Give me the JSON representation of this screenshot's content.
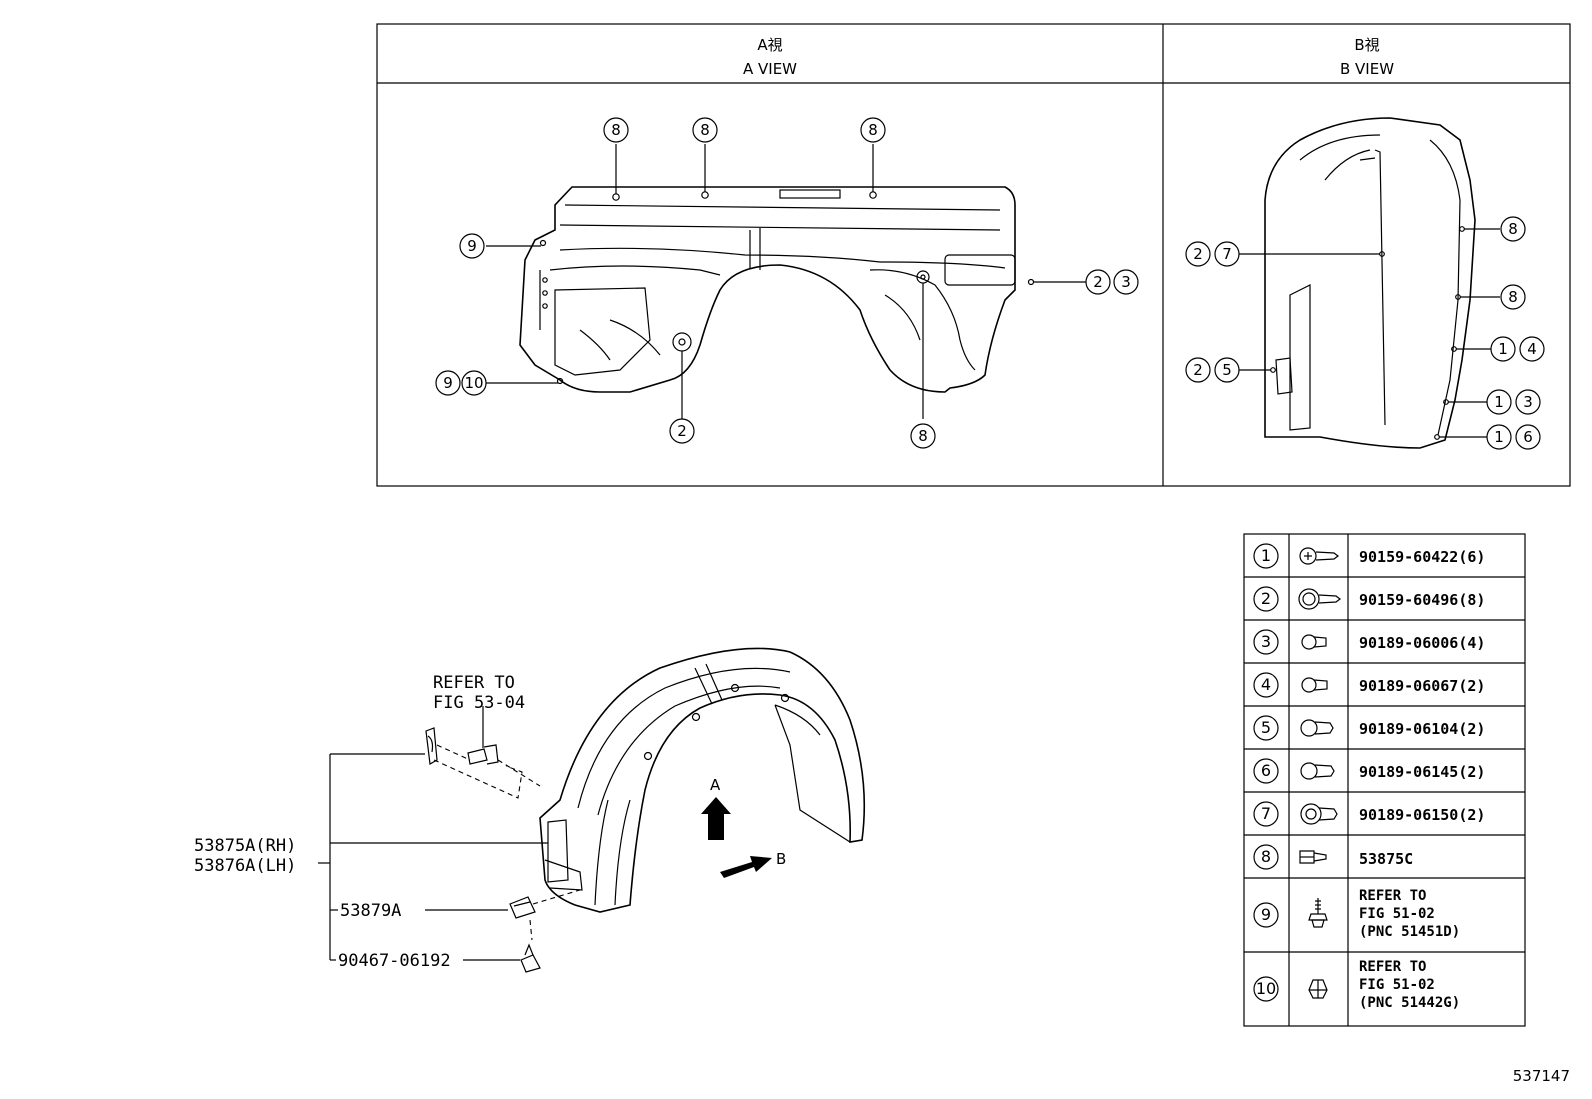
{
  "views": {
    "a": {
      "title_jp": "A視",
      "title_en": "A VIEW"
    },
    "b": {
      "title_jp": "B視",
      "title_en": "B VIEW"
    }
  },
  "callouts": {
    "a_top_left": "8",
    "a_top_mid": "8",
    "a_top_right": "8",
    "a_left_upper": "9",
    "a_left_lower": [
      "9",
      "10"
    ],
    "a_right": [
      "2",
      "3"
    ],
    "a_bottom_center": "2",
    "a_bottom_right": "8",
    "b_left_upper": [
      "2",
      "7"
    ],
    "b_left_lower": [
      "2",
      "5"
    ],
    "b_right_1": "8",
    "b_right_2": "8",
    "b_right_3": [
      "1",
      "4"
    ],
    "b_right_4": [
      "1",
      "3"
    ],
    "b_right_5": [
      "1",
      "6"
    ]
  },
  "main": {
    "refer_line1": "REFER TO",
    "refer_line2": "FIG 53-04",
    "part_rh": "53875A(RH)",
    "part_lh": "53876A(LH)",
    "part_clip": "53879A",
    "part_fastener": "90467-06192",
    "arrow_a": "A",
    "arrow_b": "B"
  },
  "fastener_table": [
    {
      "num": "1",
      "part": "90159-60422(6)",
      "icon": "screw-icon"
    },
    {
      "num": "2",
      "part": "90159-60496(8)",
      "icon": "screw-washer-icon"
    },
    {
      "num": "3",
      "part": "90189-06006(4)",
      "icon": "clip-icon"
    },
    {
      "num": "4",
      "part": "90189-06067(2)",
      "icon": "clip-icon"
    },
    {
      "num": "5",
      "part": "90189-06104(2)",
      "icon": "clip-icon"
    },
    {
      "num": "6",
      "part": "90189-06145(2)",
      "icon": "clip-icon"
    },
    {
      "num": "7",
      "part": "90189-06150(2)",
      "icon": "clip-icon"
    },
    {
      "num": "8",
      "part": "53875C",
      "icon": "push-clip-icon"
    },
    {
      "num": "9",
      "ref": [
        "REFER TO",
        "FIG 51-02",
        "(PNC 51451D)"
      ],
      "icon": "bolt-icon"
    },
    {
      "num": "10",
      "ref": [
        "REFER TO",
        "FIG 51-02",
        "(PNC 51442G)"
      ],
      "icon": "nut-icon"
    }
  ],
  "figure_number": "537147"
}
